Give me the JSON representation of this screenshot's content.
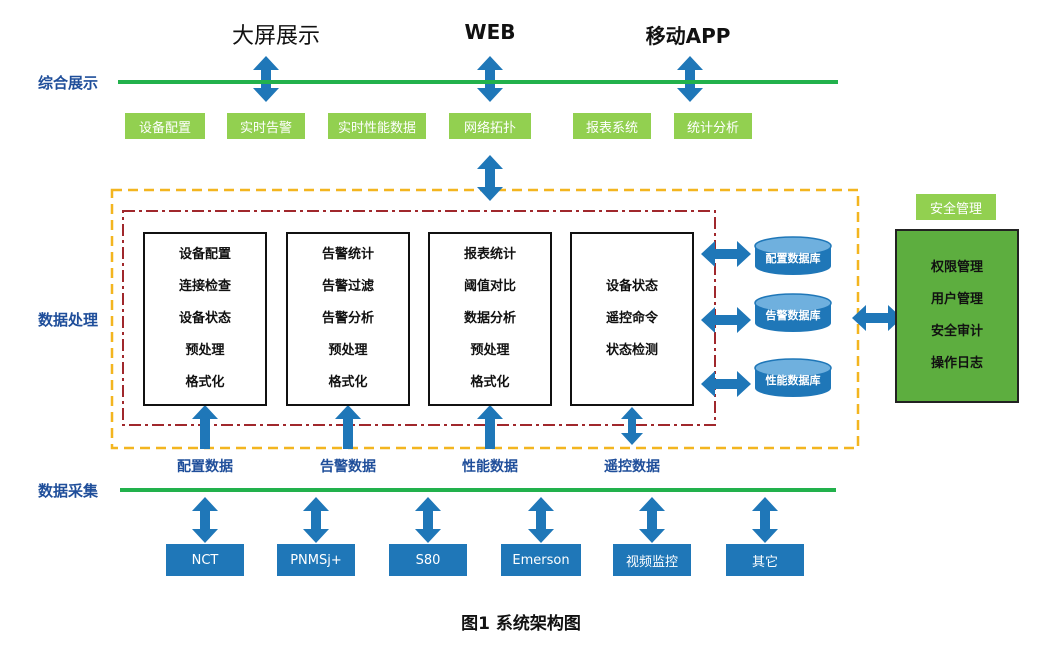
{
  "colors": {
    "accent_blue": "#1f77b8",
    "line_green": "#22b14c",
    "box_green": "#92d050",
    "security_green": "#5dae3f",
    "label_blue": "#1f4e9a",
    "dash_orange": "#f3b51f",
    "dash_red": "#a0282c"
  },
  "layers": {
    "display": "综合展示",
    "processing": "数据处理",
    "collection": "数据采集"
  },
  "top_targets": [
    "大屏展示",
    "WEB",
    "移动APP"
  ],
  "display_functions": [
    "设备配置",
    "实时告警",
    "实时性能数据",
    "网络拓扑",
    "报表系统",
    "统计分析"
  ],
  "modules": [
    {
      "lines": [
        "设备配置",
        "连接检查",
        "设备状态",
        "预处理",
        "格式化"
      ]
    },
    {
      "lines": [
        "告警统计",
        "告警过滤",
        "告警分析",
        "预处理",
        "格式化"
      ]
    },
    {
      "lines": [
        "报表统计",
        "阈值对比",
        "数据分析",
        "预处理",
        "格式化"
      ]
    },
    {
      "lines": [
        "设备状态",
        "遥控命令",
        "状态检测"
      ]
    }
  ],
  "databases": [
    "配置数据库",
    "告警数据库",
    "性能数据库"
  ],
  "data_labels": [
    "配置数据",
    "告警数据",
    "性能数据",
    "遥控数据"
  ],
  "sources": [
    "NCT",
    "PNMSj+",
    "S80",
    "Emerson",
    "视频监控",
    "其它"
  ],
  "security": {
    "title": "安全管理",
    "items": [
      "权限管理",
      "用户管理",
      "安全审计",
      "操作日志"
    ]
  },
  "caption": "图1 系统架构图"
}
